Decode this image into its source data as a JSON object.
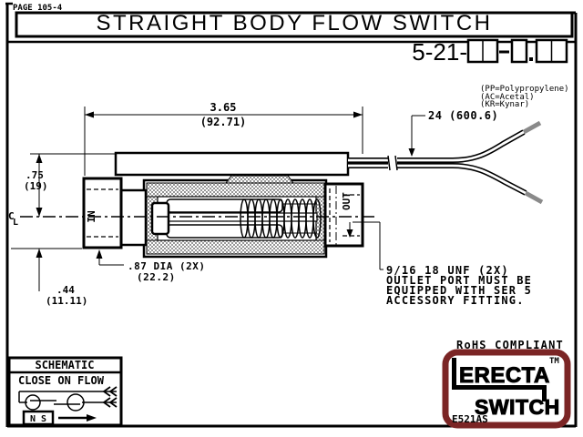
{
  "page": {
    "label": "PAGE 105-4",
    "title": "STRAIGHT BODY FLOW SWITCH"
  },
  "part": {
    "prefix": "5-21-",
    "notes": [
      "(PP=Polypropylene)",
      "(AC=Acetal)",
      "(KR=Kynar)"
    ]
  },
  "dims": {
    "length_in": "3.65",
    "length_mm": "(92.71)",
    "lead": "24 (600.6)",
    "h_in": ".75",
    "h_mm": "(19)",
    "b_in": ".44",
    "b_mm": "(11.11)",
    "dia_in": ".87 DIA (2X)",
    "dia_mm": "(22.2)"
  },
  "cl": {
    "c": "C",
    "l": "L"
  },
  "labels": {
    "inlet": "IN",
    "outlet": "OUT"
  },
  "outlet_note": {
    "lines": [
      "9/16 18 UNF (2X)",
      "OUTLET PORT MUST BE",
      "EQUIPPED WITH SER 5",
      "ACCESSORY FITTING."
    ]
  },
  "schematic": {
    "header": "SCHEMATIC",
    "mode": "CLOSE ON FLOW",
    "magnet": "N S"
  },
  "rohs": "RoHS COMPLIANT",
  "logo": {
    "line1": "ERECTA",
    "line2": "SWITCH",
    "tm": "TM",
    "model": "E521AS",
    "border_color": "#7b2525",
    "text_color": "#2424cc"
  }
}
